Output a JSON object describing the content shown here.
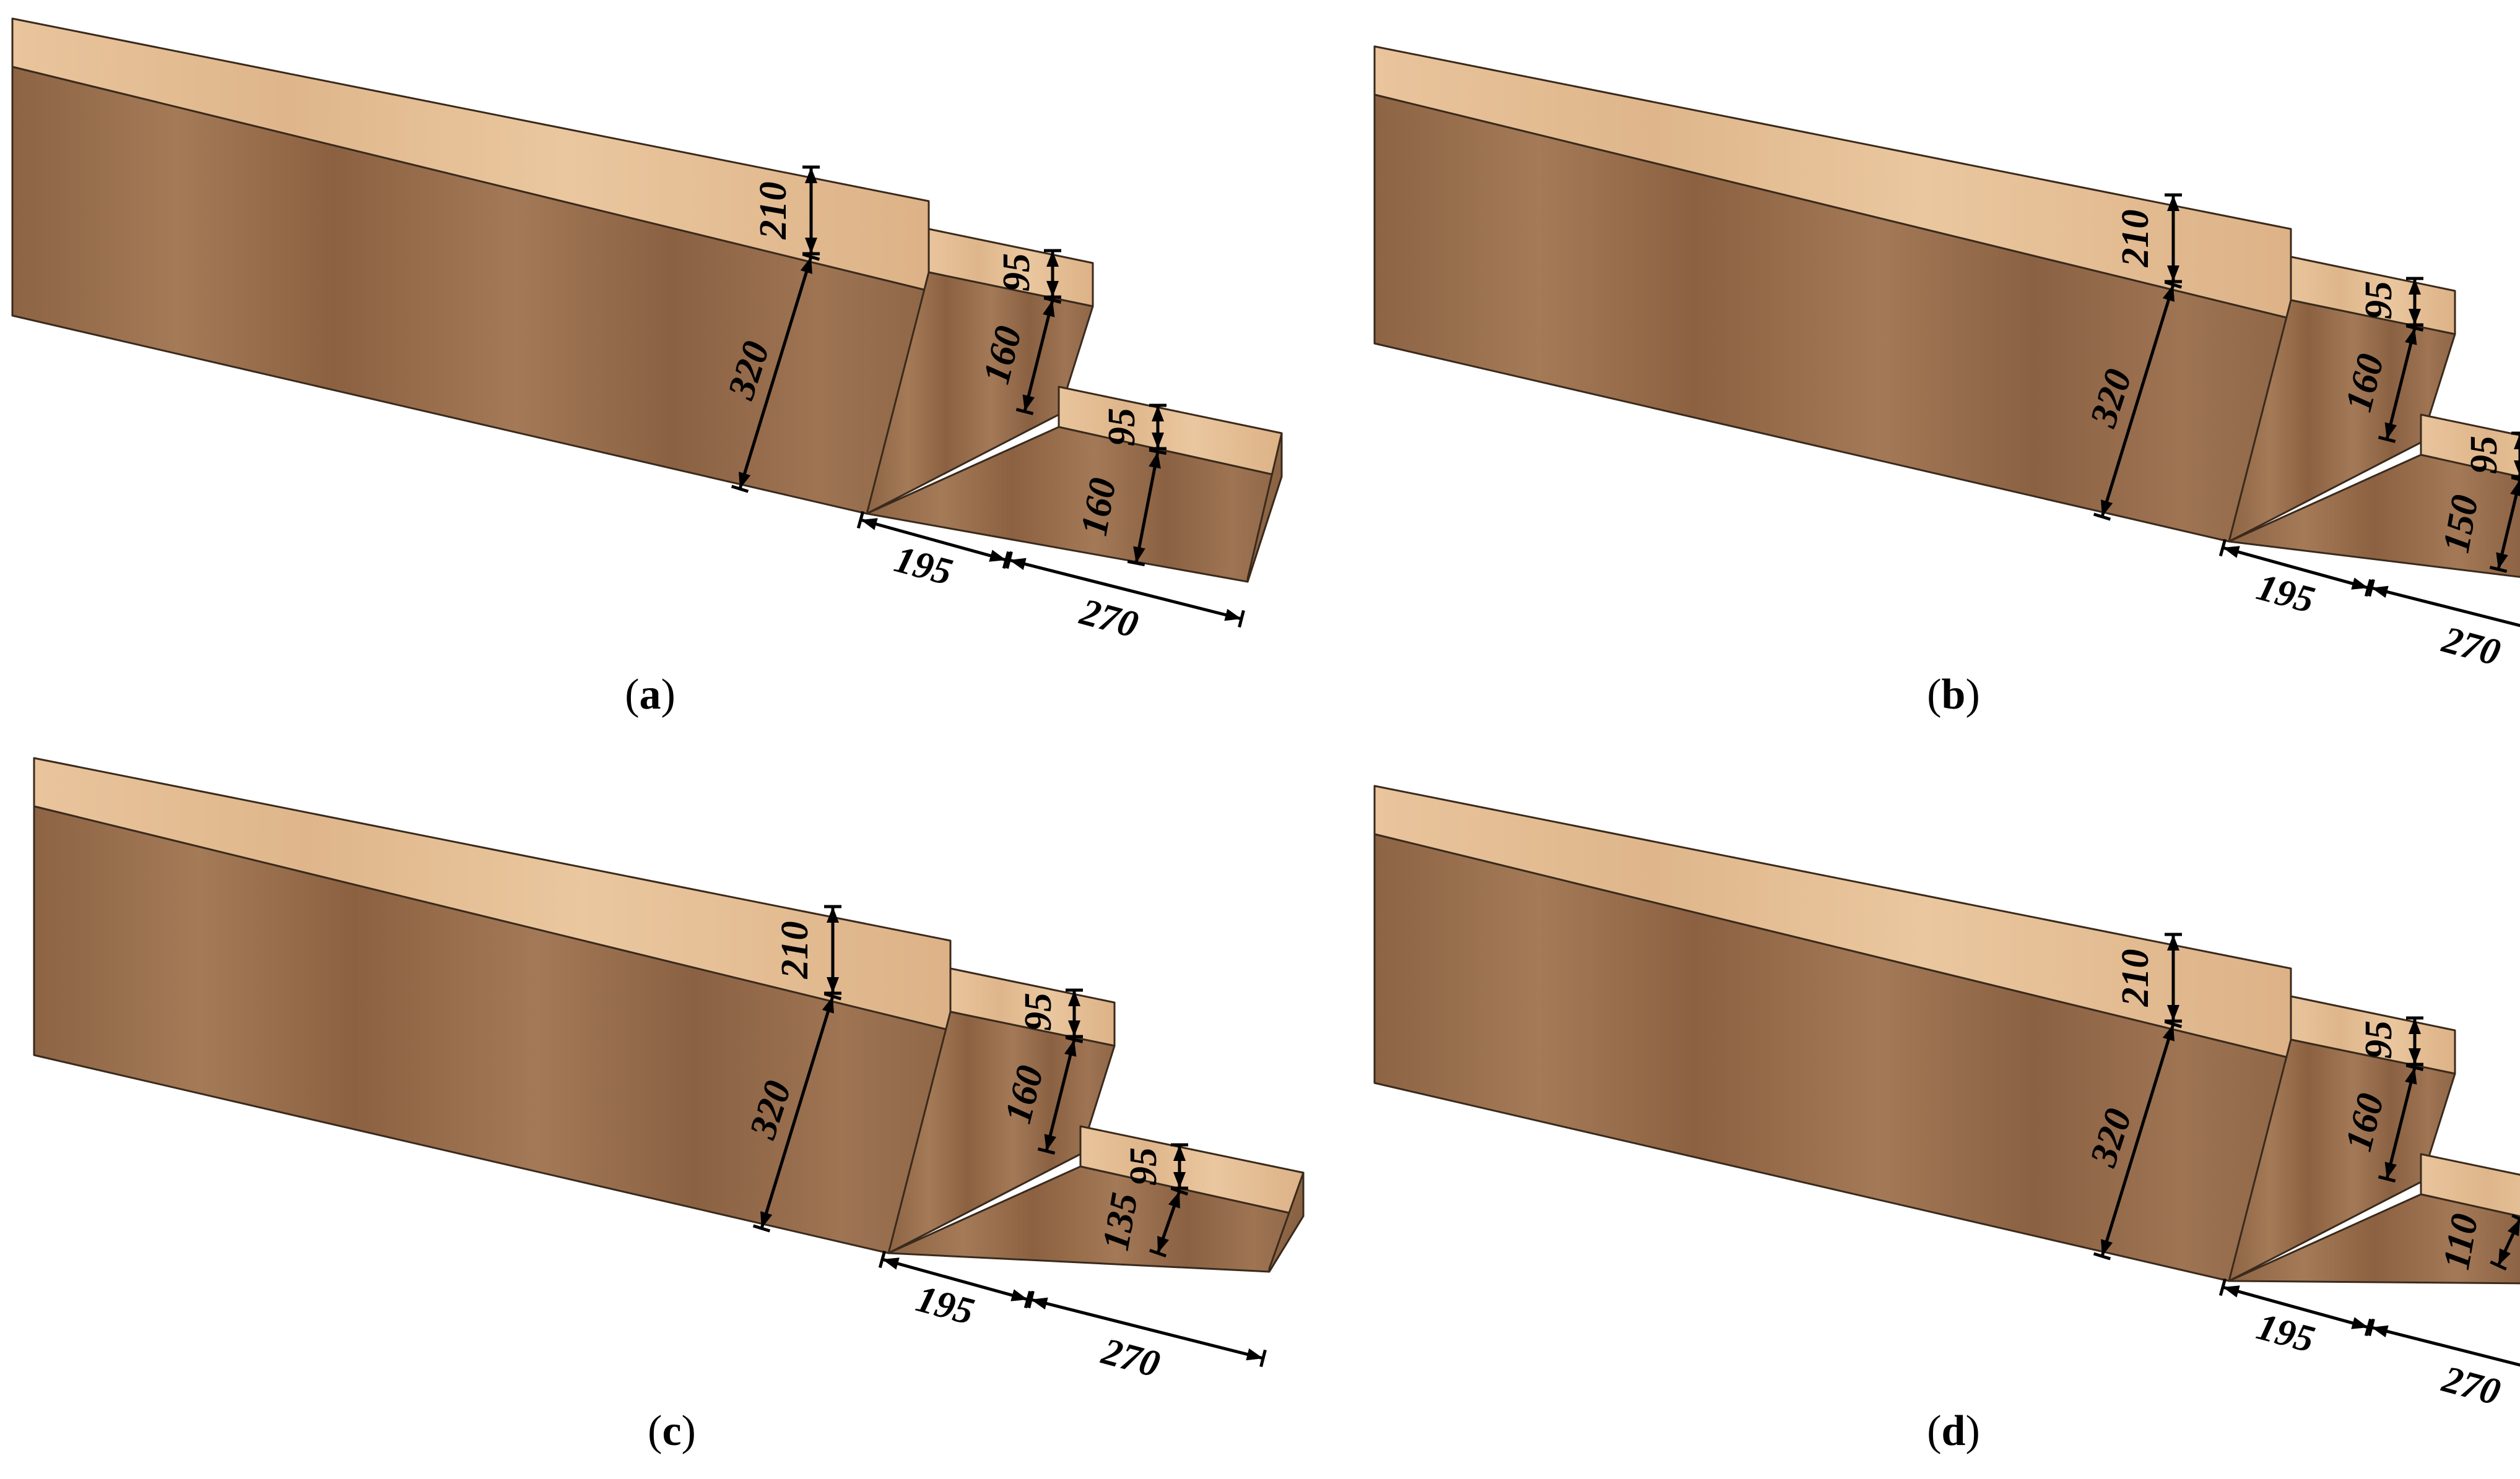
{
  "panels": [
    {
      "id": "a",
      "caption_open": "(",
      "caption_letter": "a",
      "caption_close": ")",
      "dims": {
        "top_thick": "210",
        "main_depth": "320",
        "step1_top": "95",
        "step1_depth": "160",
        "step2_top": "95",
        "step2_depth": "160",
        "len1": "195",
        "len2": "270"
      }
    },
    {
      "id": "b",
      "caption_open": "(",
      "caption_letter": "b",
      "caption_close": ")",
      "dims": {
        "top_thick": "210",
        "main_depth": "320",
        "step1_top": "95",
        "step1_depth": "160",
        "step2_top": "95",
        "step2_depth": "150",
        "len1": "195",
        "len2": "270"
      }
    },
    {
      "id": "c",
      "caption_open": "(",
      "caption_letter": "c",
      "caption_close": ")",
      "dims": {
        "top_thick": "210",
        "main_depth": "320",
        "step1_top": "95",
        "step1_depth": "160",
        "step2_top": "95",
        "step2_depth": "135",
        "len1": "195",
        "len2": "270"
      }
    },
    {
      "id": "d",
      "caption_open": "(",
      "caption_letter": "d",
      "caption_close": ")",
      "dims": {
        "top_thick": "210",
        "main_depth": "320",
        "step1_top": "95",
        "step1_depth": "160",
        "step2_top": "",
        "step2_depth": "110",
        "len1": "195",
        "len2": "270"
      }
    }
  ],
  "colors": {
    "wood_side": "#9a6f4c",
    "wood_top": "#e6bf95",
    "edge": "#3a2a1c",
    "dim_line": "#000000"
  }
}
